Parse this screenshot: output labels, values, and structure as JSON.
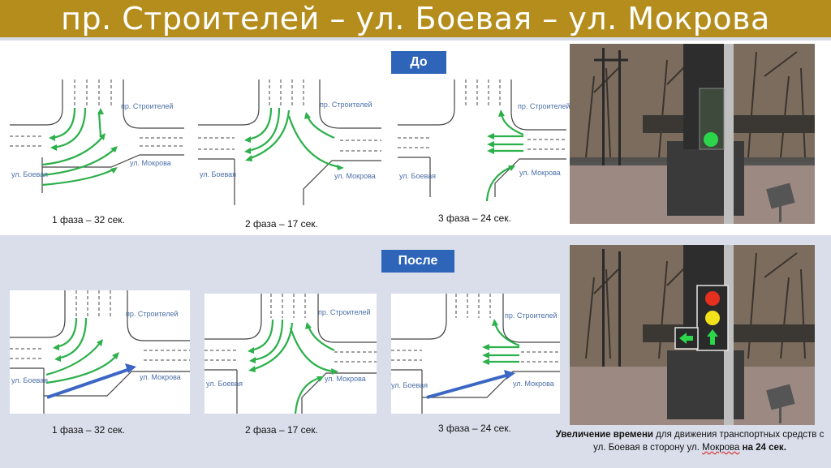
{
  "header": {
    "title": "пр. Строителей – ул. Боевая – ул. Мокрова"
  },
  "top": {
    "tag": "До",
    "phases": [
      {
        "caption": "1 фаза – 32 сек.",
        "label_north": "пр. Строителей",
        "label_west": "ул. Боевая",
        "label_east": "ул. Мокрова"
      },
      {
        "caption": "2 фаза – 17 сек.",
        "label_north": "пр. Строителей",
        "label_west": "ул. Боевая",
        "label_east": "ул. Мокрова"
      },
      {
        "caption": "3 фаза – 24 сек.",
        "label_north": "пр. Строителей",
        "label_west": "ул. Боевая",
        "label_east": "ул. Мокрова"
      }
    ]
  },
  "bottom": {
    "tag": "После",
    "phases": [
      {
        "caption": "1 фаза – 32 сек.",
        "label_north": "пр. Строителей",
        "label_west": "ул. Боевая",
        "label_east": "ул. Мокрова"
      },
      {
        "caption": "2 фаза – 17 сек.",
        "label_north": "пр. Строителей",
        "label_west": "ул. Боевая",
        "label_east": "ул. Мокрова"
      },
      {
        "caption": "3 фаза – 24 сек.",
        "label_north": "пр. Строителей",
        "label_west": "ул. Боевая",
        "label_east": "ул. Мокрова"
      }
    ]
  },
  "caption": {
    "bold_prefix": "Увеличение времени",
    "middle": " для движения транспортных средств с ул. Боевая в сторону ул. ",
    "underlined": "Мокрова",
    "bold_suffix": " на 24 сек."
  },
  "colors": {
    "banner": "#b48d1d",
    "tag": "#2e65b9",
    "arrow_green": "#2bb04a",
    "arrow_blue": "#3b66c4",
    "bottom_bg": "#d9deea",
    "signal_red": "#e53020",
    "signal_yellow": "#f2e21a",
    "signal_green": "#2bd64a"
  },
  "icons": {
    "before_signal": "traffic-light-green-icon",
    "after_signal": "traffic-light-three-section-with-arrows-icon"
  }
}
